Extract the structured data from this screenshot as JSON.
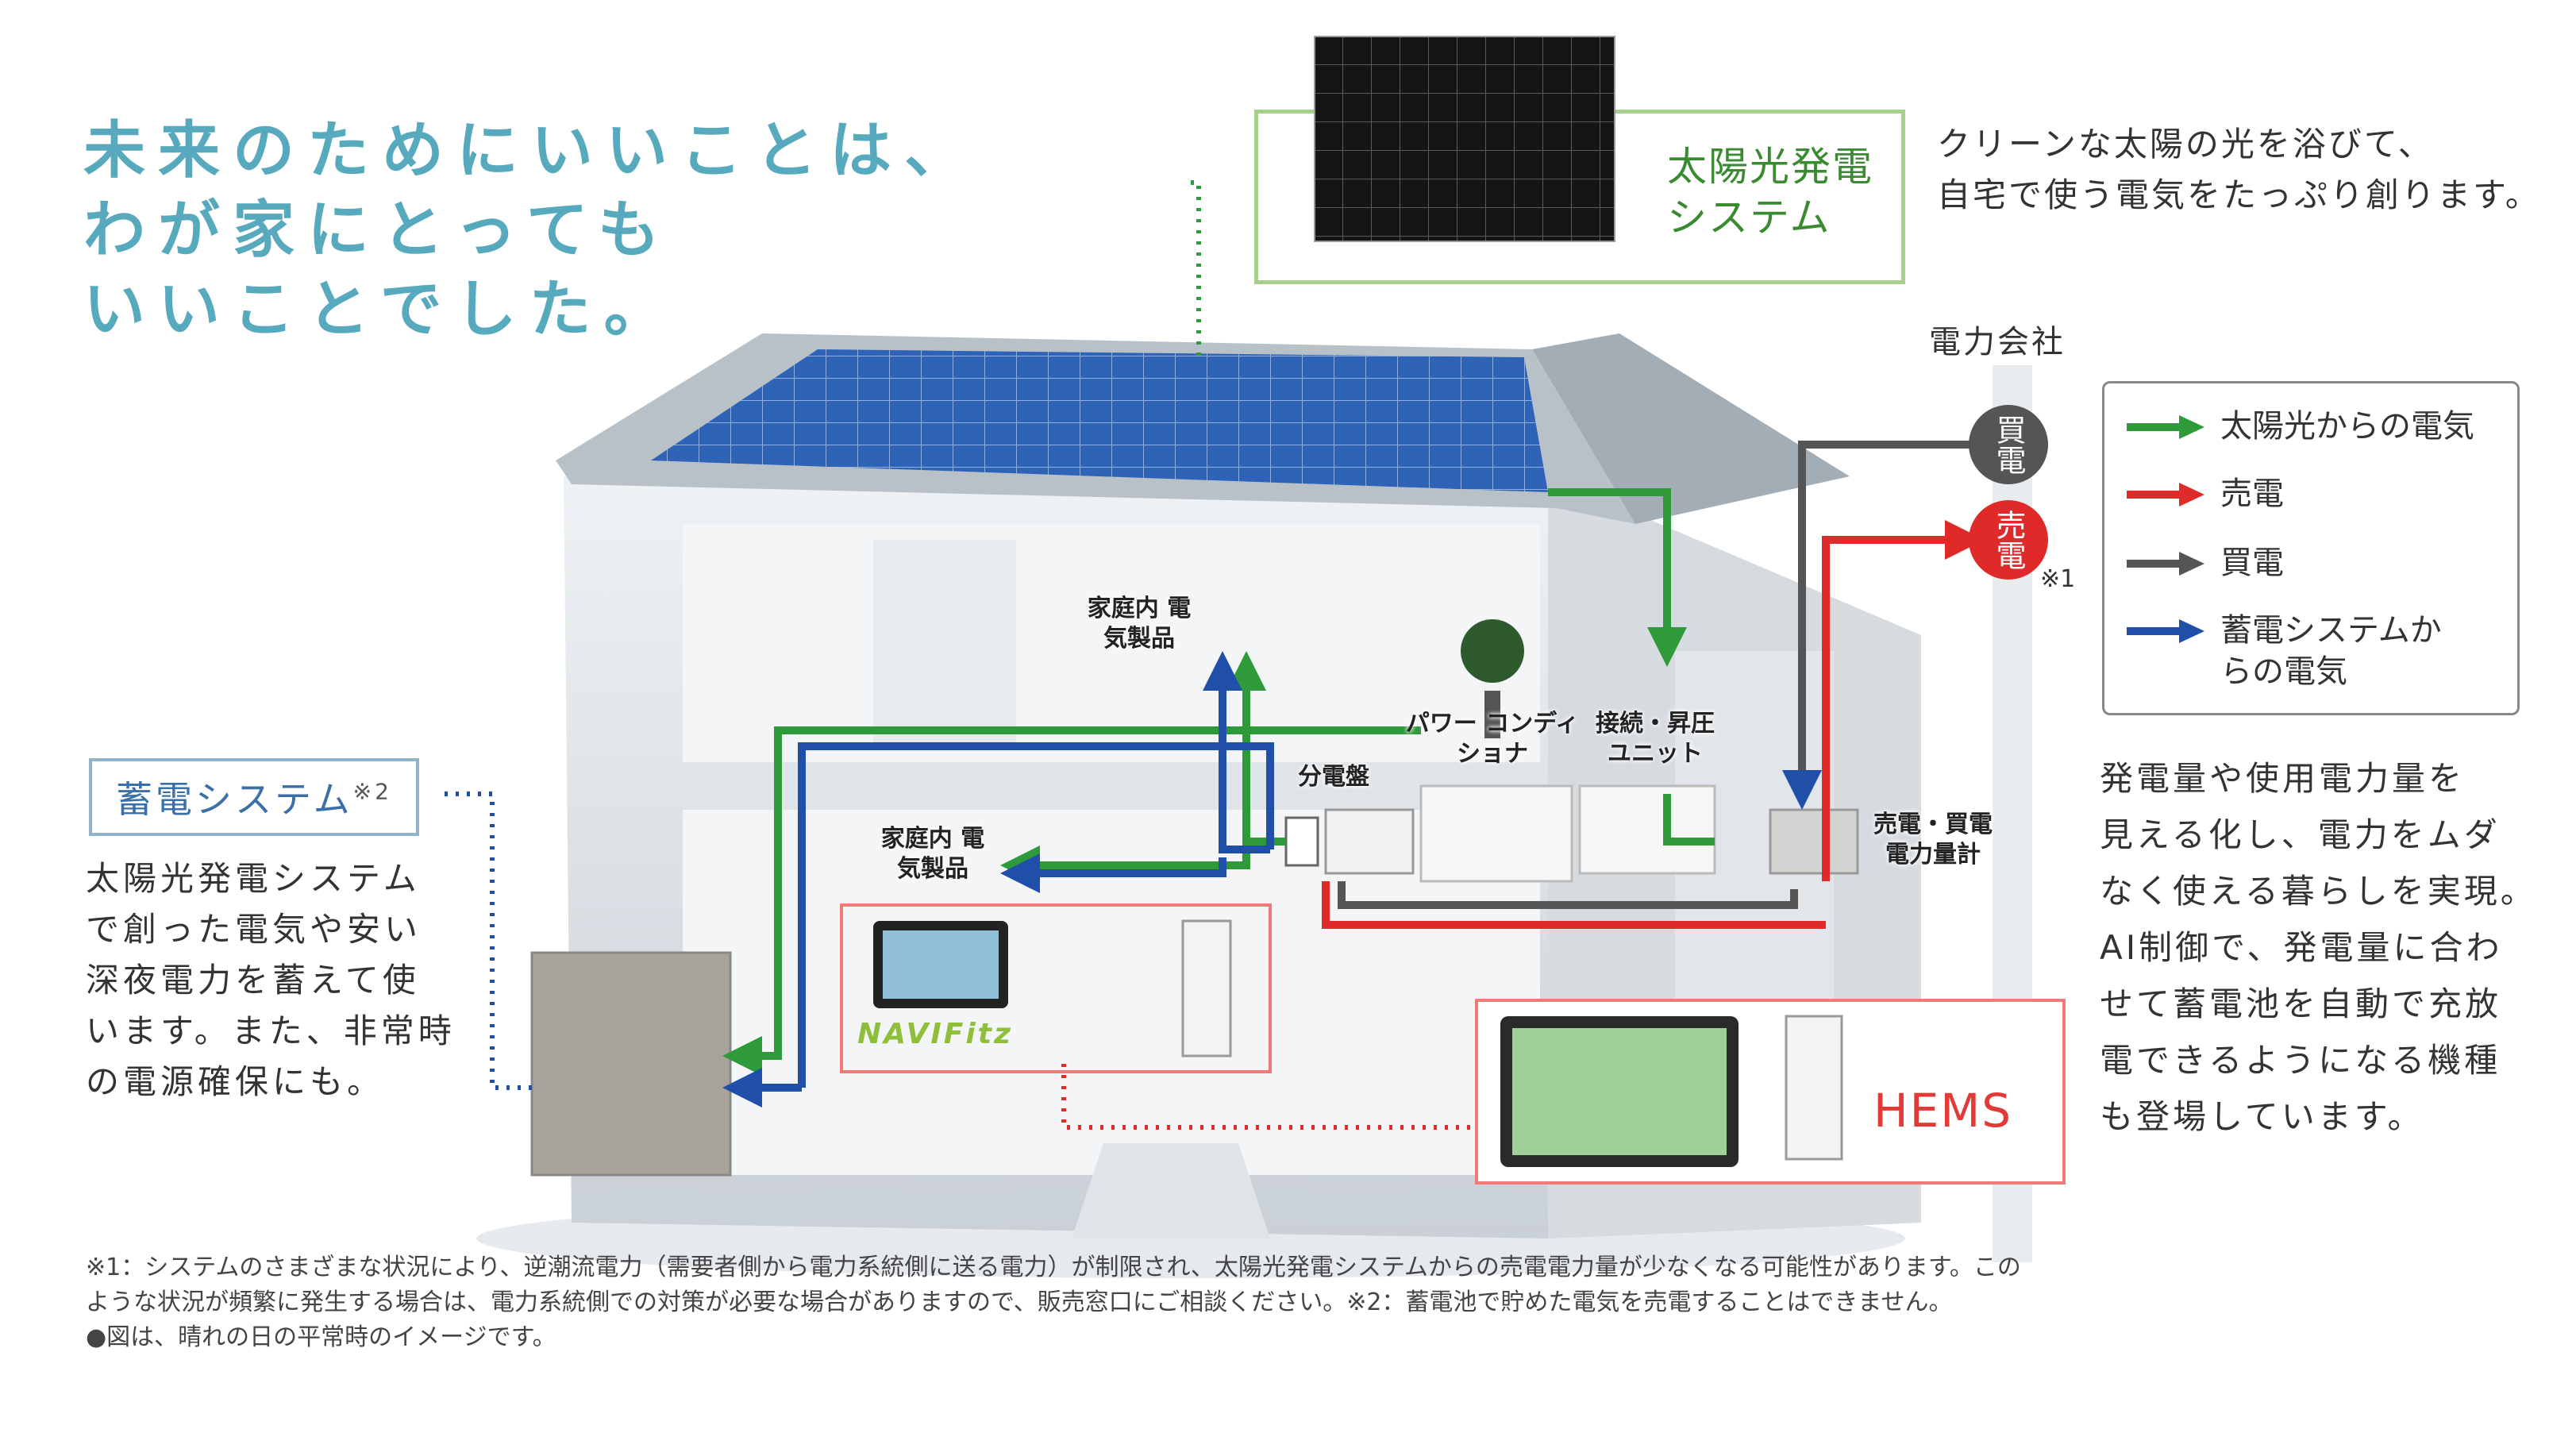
{
  "headline": [
    "未来のためにいいことは、",
    "わが家にとっても",
    "いいことでした。"
  ],
  "solar": {
    "label": [
      "太陽光発電",
      "システム"
    ],
    "description": [
      "クリーンな太陽の光を浴びて、",
      "自宅で使う電気をたっぷり創ります。"
    ]
  },
  "power_company": "電力会社",
  "pole": {
    "buy": "買電",
    "sell": "売電",
    "note": "※1"
  },
  "legend": [
    {
      "color": "#2e9a3a",
      "label": "太陽光からの電気"
    },
    {
      "color": "#e02a2a",
      "label": "売電"
    },
    {
      "color": "#555555",
      "label": "買電"
    },
    {
      "color": "#1f4fa8",
      "label": "蓄電システムからの電気"
    }
  ],
  "hems_description": [
    "発電量や使用電力量を",
    "見える化し、電力をムダ",
    "なく使える暮らしを実現。",
    "AI制御で、発電量に合わ",
    "せて蓄電池を自動で充放",
    "電できるようになる機種",
    "も登場しています。"
  ],
  "storage": {
    "title": "蓄電システム",
    "note": "※2",
    "description": [
      "太陽光発電システム",
      "で創った電気や安い",
      "深夜電力を蓄えて使",
      "います。また、非常時",
      "の電源確保にも。"
    ]
  },
  "house_labels": {
    "appliances_upper": "家庭内 電気製品",
    "appliances_lower": "家庭内 電気製品",
    "power_conditioner": "パワー コンディショナ",
    "junction_unit": "接続・昇圧 ユニット",
    "distribution_board": "分電盤",
    "meter": "売電・買電 電力量計",
    "navifitz": "NAVIFitz",
    "hems": "HEMS"
  },
  "footnotes": [
    "※1：システムのさまざまな状況により、逆潮流電力（需要者側から電力系統側に送る電力）が制限され、太陽光発電システムからの売電電力量が少なくなる可能性があります。この",
    "ような状況が頻繁に発生する場合は、電力系統側での対策が必要な場合がありますので、販売窓口にご相談ください。※2：蓄電池で貯めた電気を売電することはできません。",
    "●図は、晴れの日の平常時のイメージです。"
  ]
}
